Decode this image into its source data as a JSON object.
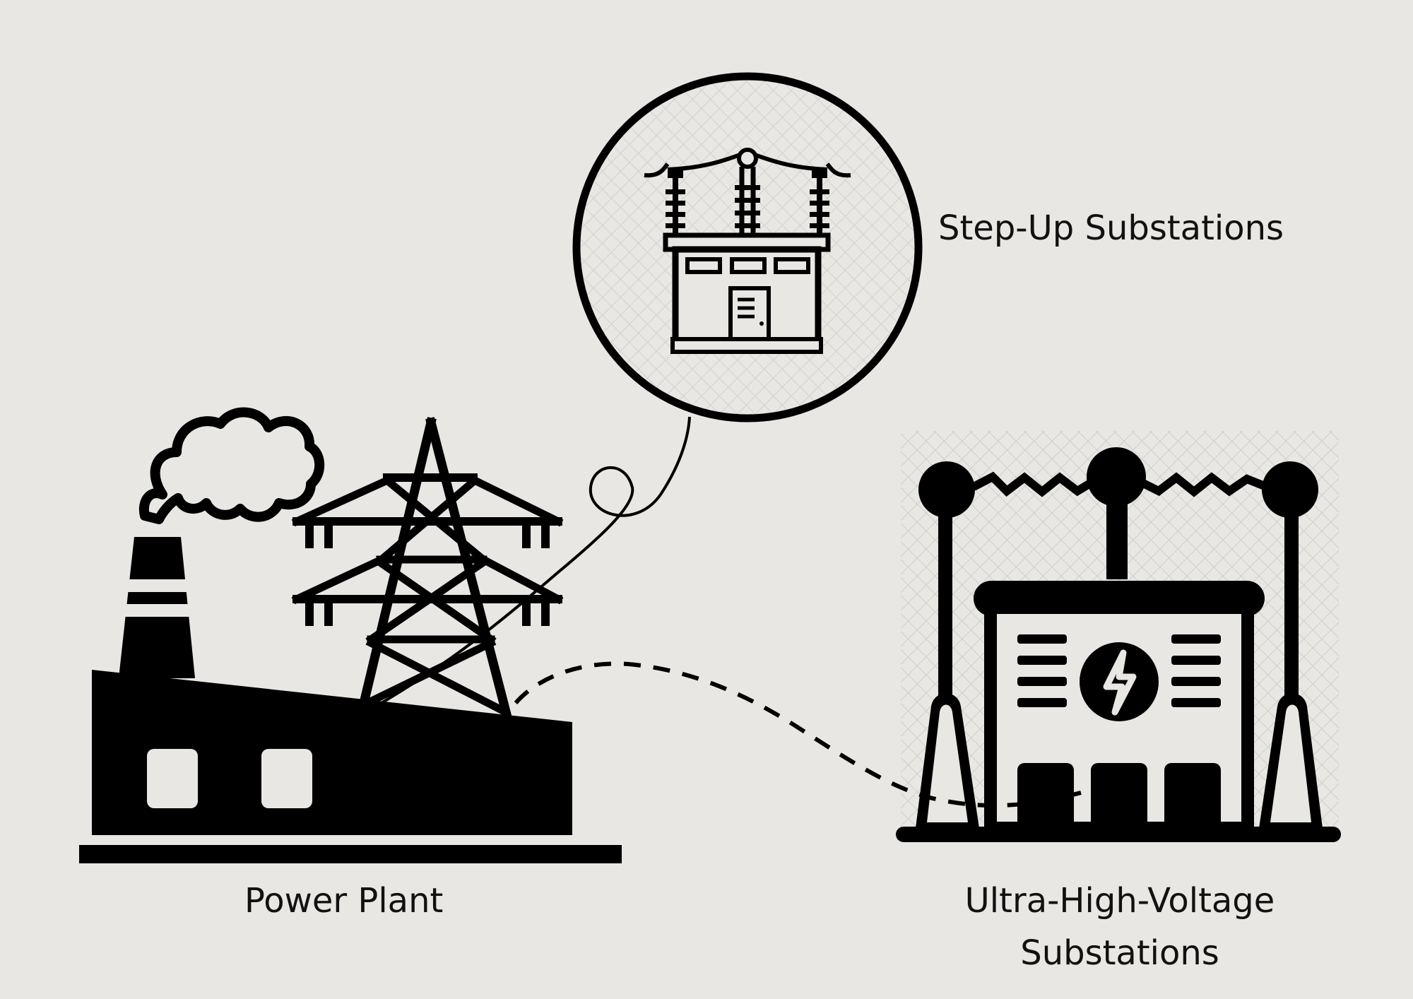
{
  "diagram": {
    "nodes": {
      "step_up": {
        "label": "Step-Up Substations",
        "icon": "substation-building-icon"
      },
      "power_plant": {
        "label": "Power Plant",
        "icon": "factory-with-transmission-tower-icon"
      },
      "uhv": {
        "label_line1": "Ultra-High-Voltage",
        "label_line2": "Substations",
        "icon": "high-voltage-substation-icon"
      }
    },
    "connections": [
      {
        "from": "power_plant",
        "to": "step_up",
        "style": "solid-loop"
      },
      {
        "from": "power_plant",
        "to": "uhv",
        "style": "dashed"
      }
    ]
  },
  "colors": {
    "background": "#e9e7e3",
    "ink": "#000000",
    "hatch": "#bcbab6"
  }
}
